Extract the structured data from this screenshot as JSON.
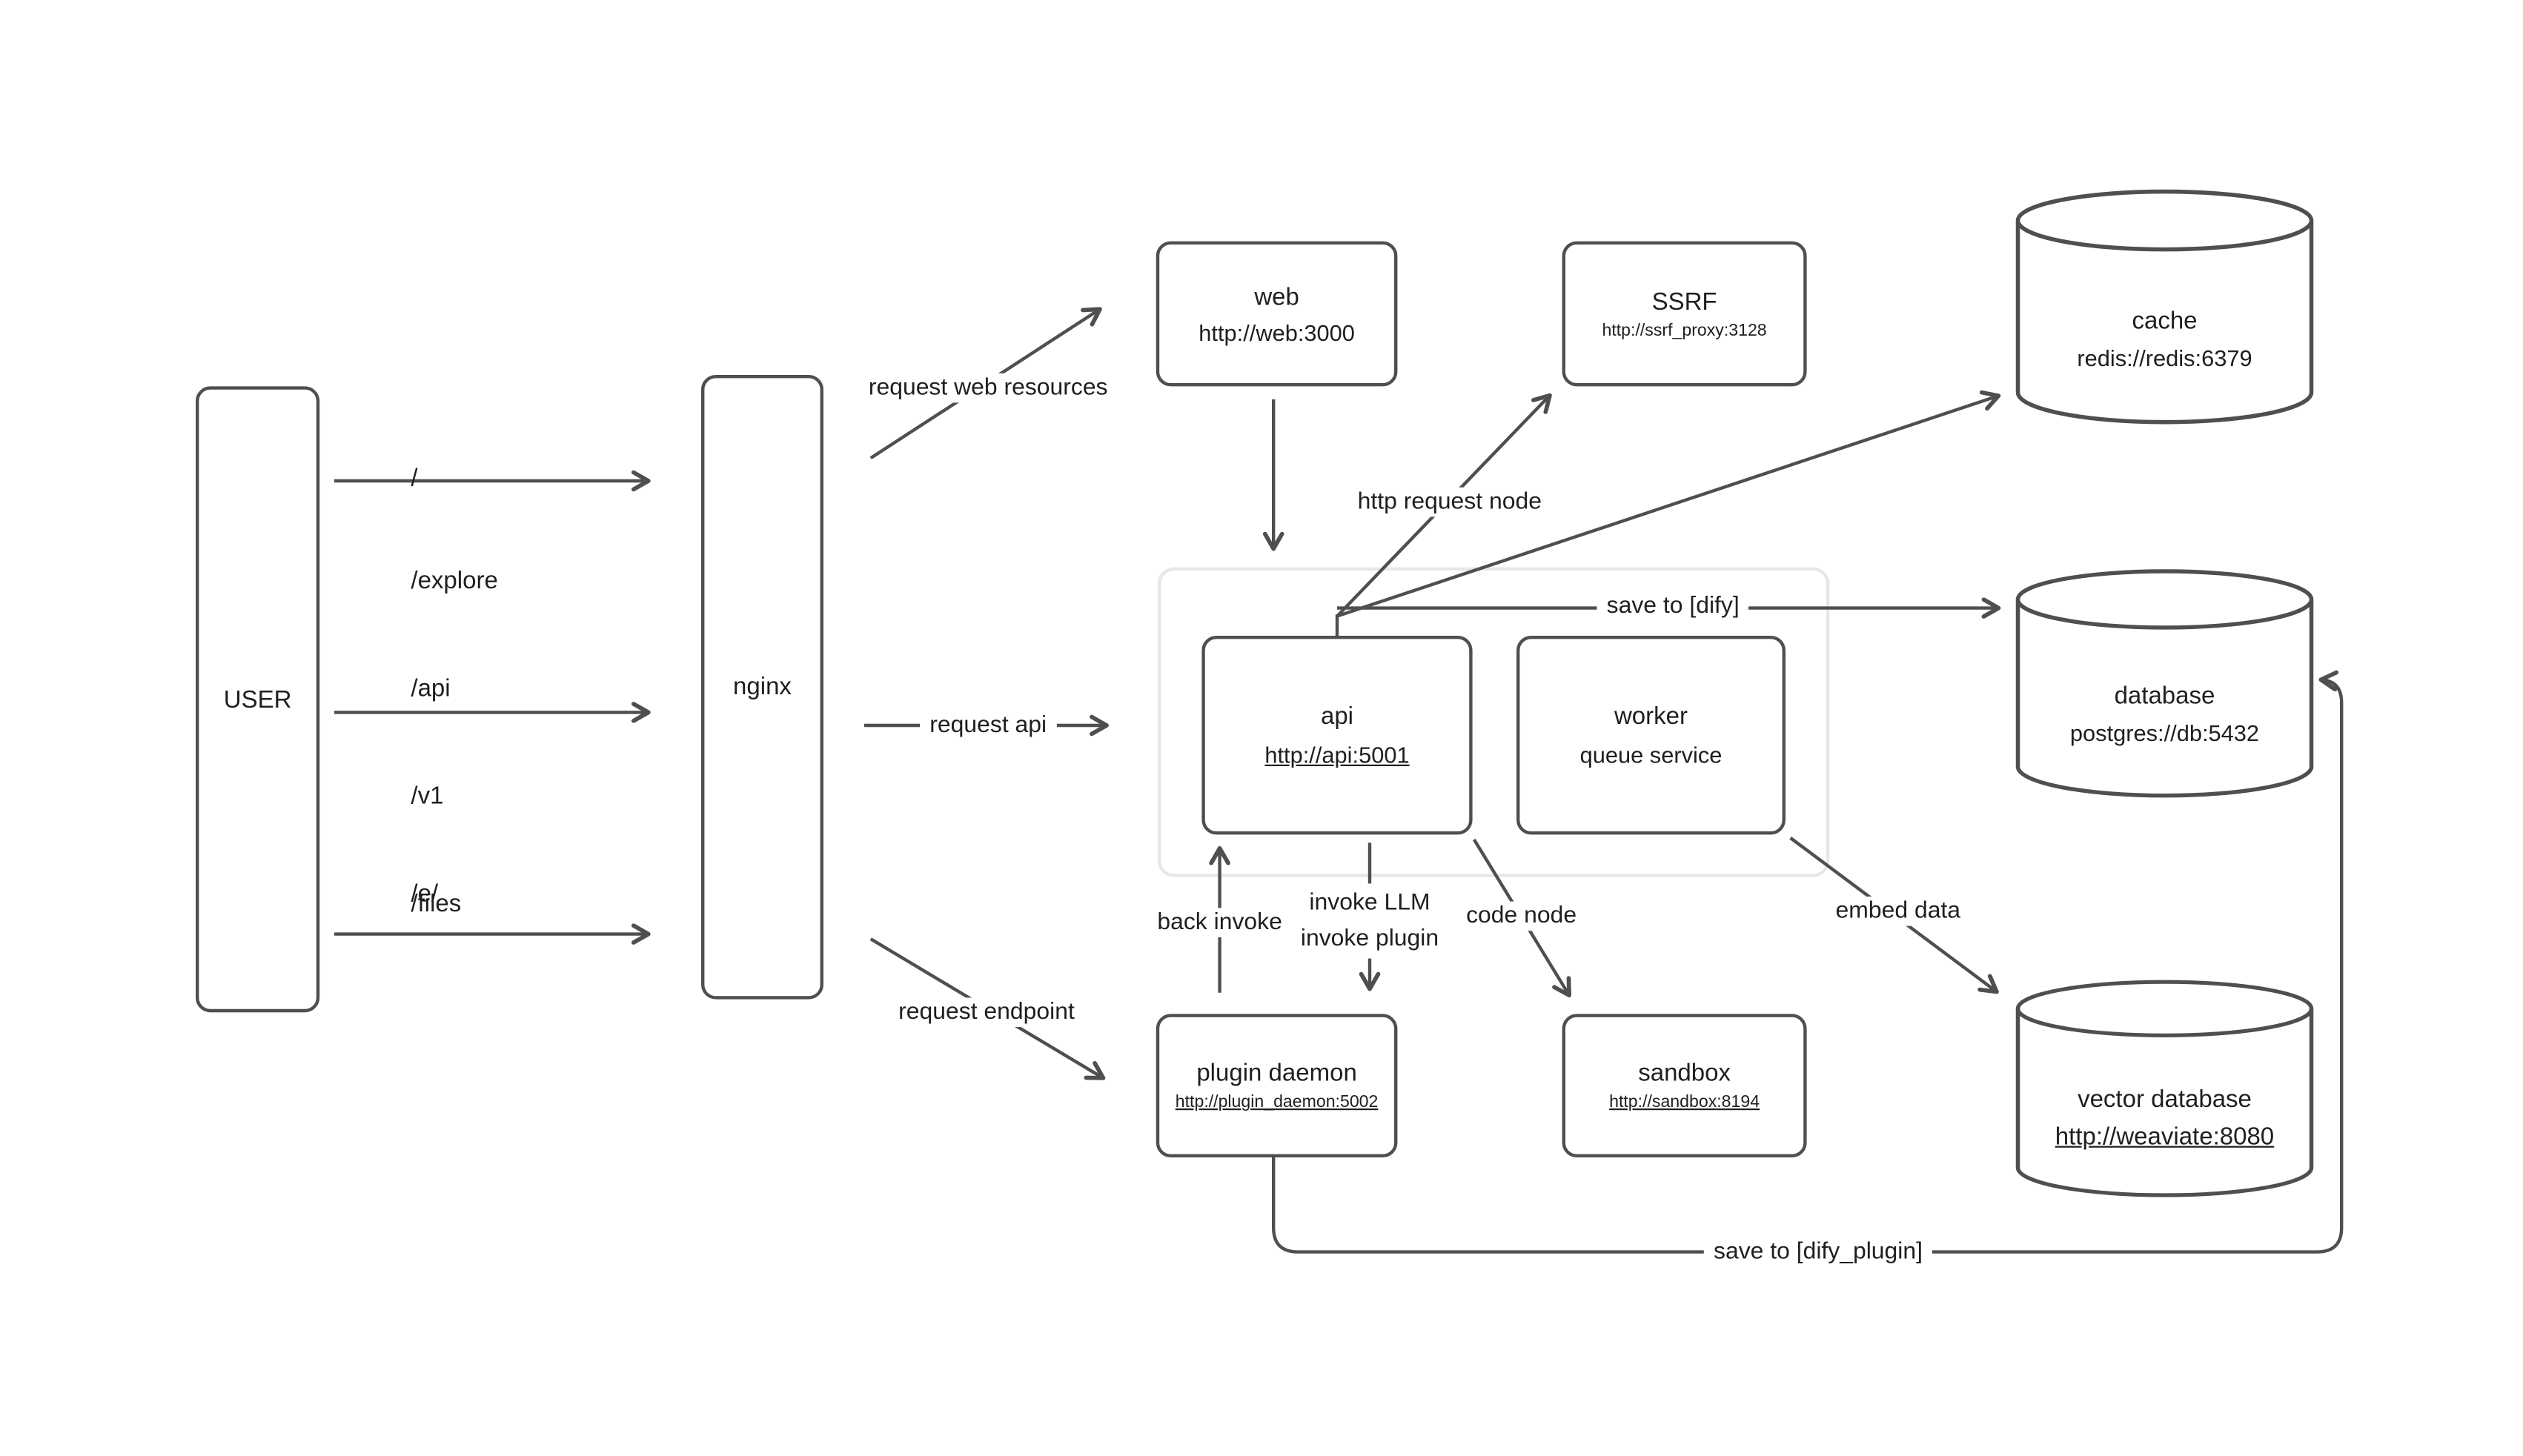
{
  "nodes": {
    "user": {
      "label": "USER"
    },
    "nginx": {
      "label": "nginx"
    },
    "web": {
      "title": "web",
      "subtitle": "http://web:3000"
    },
    "ssrf": {
      "title": "SSRF",
      "subtitle": "http://ssrf_proxy:3128"
    },
    "cache": {
      "title": "cache",
      "subtitle": "redis://redis:6379"
    },
    "api": {
      "title": "api",
      "subtitle": "http://api:5001"
    },
    "worker": {
      "title": "worker",
      "subtitle": "queue service"
    },
    "database": {
      "title": "database",
      "subtitle": "postgres://db:5432"
    },
    "plugin_daemon": {
      "title": "plugin daemon",
      "subtitle": "http://plugin_daemon:5002"
    },
    "sandbox": {
      "title": "sandbox",
      "subtitle": "http://sandbox:8194"
    },
    "vector_database": {
      "title": "vector database",
      "subtitle": "http://weaviate:8080"
    }
  },
  "labels": {
    "route_root": "/",
    "route_explore": "/explore",
    "route_api": "/api",
    "route_v1": "/v1",
    "route_files": "/files",
    "route_e": "/e/",
    "request_web_resources": "request web resources",
    "request_api": "request api",
    "request_endpoint": "request endpoint",
    "http_request_node": "http request node",
    "save_to_dify": "save to [dify]",
    "back_invoke": "back invoke",
    "invoke_llm": "invoke LLM",
    "invoke_plugin": "invoke plugin",
    "code_node": "code node",
    "embed_data": "embed data",
    "save_to_dify_plugin": "save to [dify_plugin]"
  },
  "colors": {
    "line": "#4f4f4f",
    "border": "#4f4f4f",
    "text": "#1f1f1f",
    "group_border": "#e7e7e7",
    "background": "#ffffff"
  }
}
